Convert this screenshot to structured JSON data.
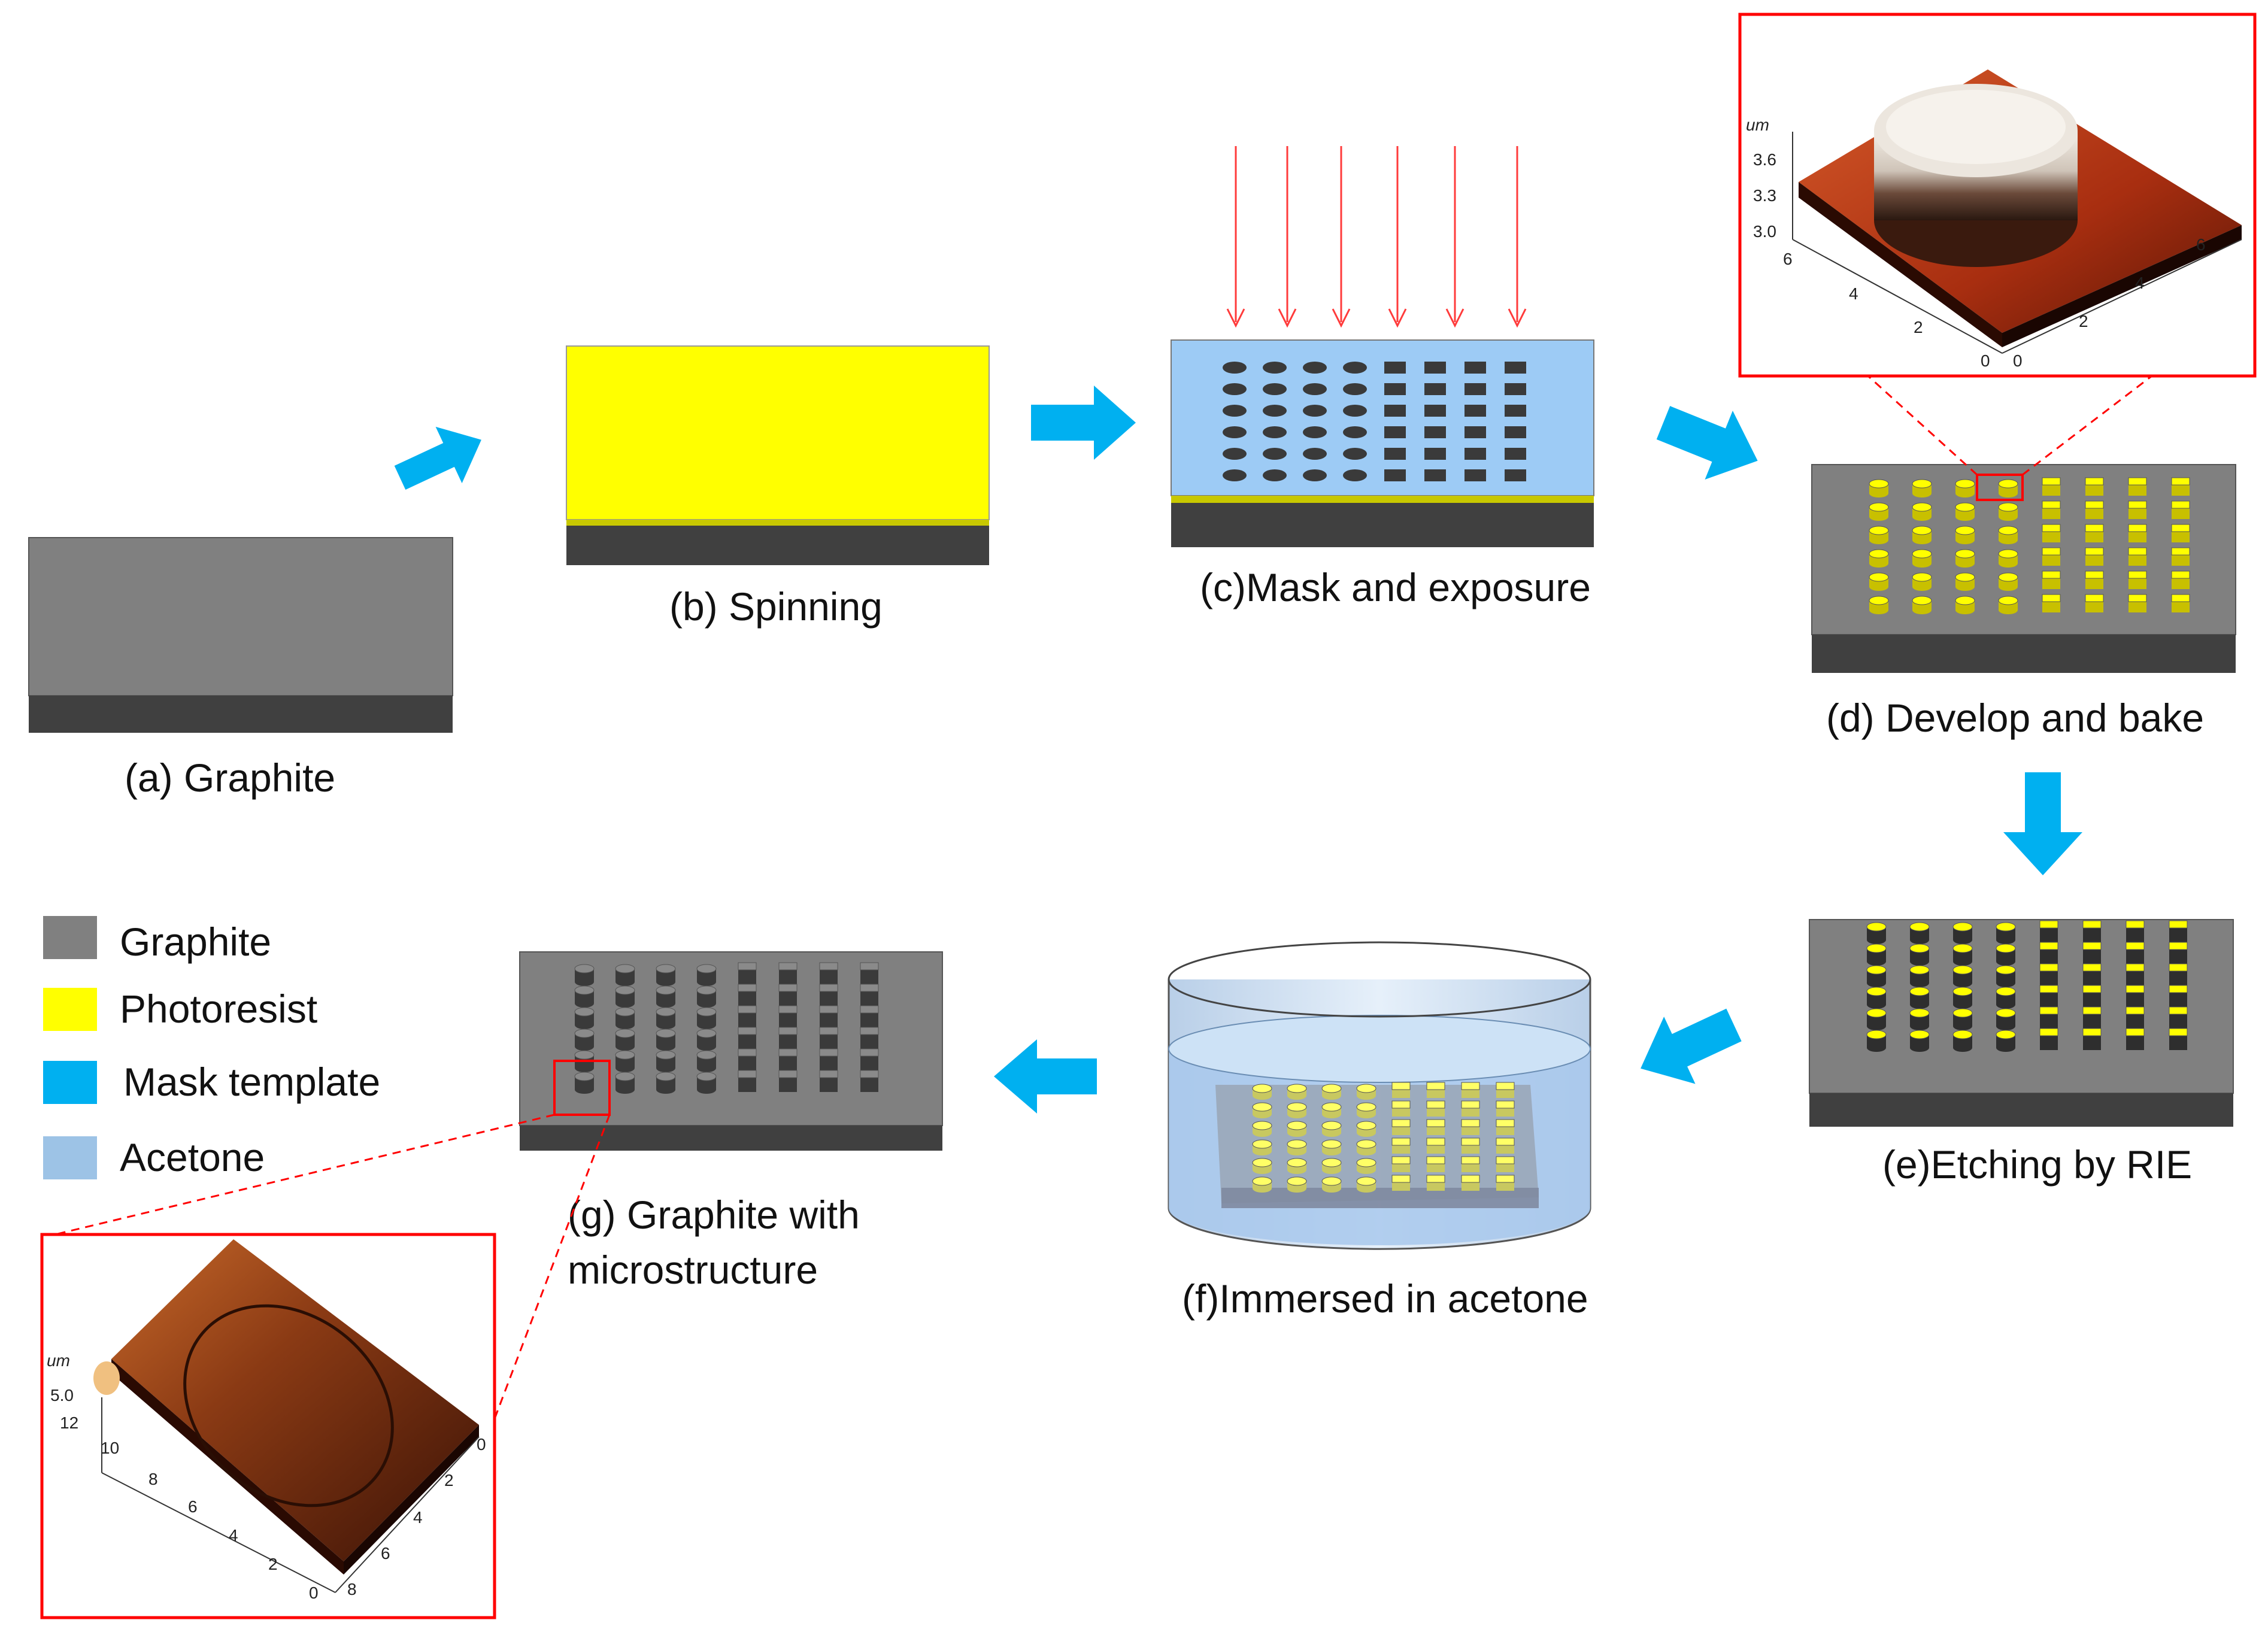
{
  "steps": {
    "a": {
      "label": "(a) Graphite"
    },
    "b": {
      "label": "(b) Spinning"
    },
    "c": {
      "label": "(c)Mask and exposure"
    },
    "d": {
      "label": "(d) Develop and bake"
    },
    "e": {
      "label": "(e)Etching by RIE"
    },
    "f": {
      "label": "(f)Immersed in acetone"
    },
    "g": {
      "label_line1": "(g) Graphite with",
      "label_line2": "microstructure"
    }
  },
  "legend": [
    {
      "label": "Graphite",
      "color": "#808080"
    },
    {
      "label": "Photoresist",
      "color": "#ffff00"
    },
    {
      "label": "Mask template",
      "color": "#00b0f0"
    },
    {
      "label": "Acetone",
      "color": "#9dc3e6"
    }
  ],
  "afm_top": {
    "unit": "um",
    "z_ticks": [
      "3.6",
      "3.3",
      "3.0"
    ],
    "y_ticks": [
      "6",
      "4",
      "2",
      "0"
    ],
    "x_ticks": [
      "0",
      "2",
      "4",
      "6"
    ]
  },
  "afm_bottom": {
    "unit": "um",
    "z_ticks": [
      "5.0"
    ],
    "y_ticks": [
      "12",
      "10",
      "8",
      "6",
      "4",
      "2",
      "0"
    ],
    "x_ticks": [
      "0",
      "2",
      "4",
      "6",
      "8"
    ]
  },
  "colors": {
    "graphite": "#808080",
    "graphite_dark": "#404040",
    "photoresist": "#ffff00",
    "mask": "#9dcbf5",
    "arrow": "#00b0f0",
    "highlight": "#ff0000"
  }
}
